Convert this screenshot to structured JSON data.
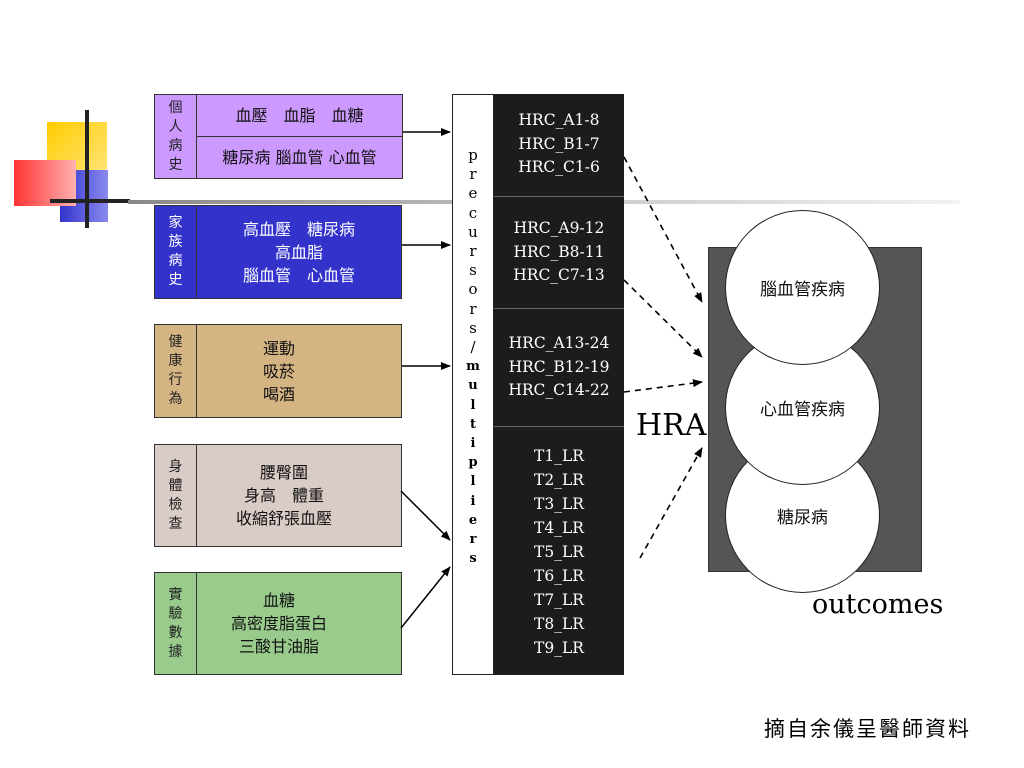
{
  "groups": [
    {
      "label": "個人病史",
      "items": [
        "血壓　血脂　血糖"
      ],
      "items2": [
        "糖尿病 腦血管 心血管"
      ],
      "label_color": "#cc99ff",
      "content_color": "#cc99ff"
    },
    {
      "label": "家族病史",
      "items": [
        "高血壓　糖尿病",
        "高血脂",
        "腦血管　心血管"
      ],
      "label_color": "#3333cc",
      "content_color": "#3333cc",
      "text_color": "#ffffff"
    },
    {
      "label": "健康行為",
      "items": [
        "運動",
        "吸菸",
        "喝酒"
      ],
      "label_color": "#d4b483",
      "content_color": "#d4b483"
    },
    {
      "label": "身體檢查",
      "items": [
        "腰臀圍",
        "身高　體重",
        "收縮舒張血壓"
      ],
      "label_color": "#d9cbc6",
      "content_color": "#d9cbc6"
    },
    {
      "label": "實驗數據",
      "items": [
        "血糖",
        "高密度脂蛋白",
        "三酸甘油脂"
      ],
      "label_color": "#99cc8c",
      "content_color": "#99cc8c"
    }
  ],
  "precursors": {
    "part1": [
      "p",
      "r",
      "e",
      "c",
      "u",
      "r",
      "s",
      "o",
      "r",
      "s",
      "/"
    ],
    "part2": [
      "m",
      "u",
      "l",
      "t",
      "i",
      "p",
      "l",
      "i",
      "e",
      "r",
      "s"
    ]
  },
  "codes": [
    [
      "HRC_A1-8",
      "HRC_B1-7",
      "HRC_C1-6"
    ],
    [
      "HRC_A9-12",
      "HRC_B8-11",
      "HRC_C7-13"
    ],
    [
      "HRC_A13-24",
      "HRC_B12-19",
      "HRC_C14-22"
    ],
    [
      "T1_LR",
      "T2_LR",
      "T3_LR",
      "T4_LR",
      "T5_LR",
      "T6_LR",
      "T7_LR",
      "T8_LR",
      "T9_LR"
    ]
  ],
  "hra_label": "HRA",
  "outcomes": {
    "diseases": [
      "腦血管疾病",
      "心血管疾病",
      "糖尿病"
    ],
    "label": "outcomes"
  },
  "source_note": "摘自余儀呈醫師資料",
  "colors": {
    "logo_yellow": "#ffcc00",
    "logo_red": "#ff3333",
    "logo_blue": "#3333cc",
    "code_block": "#1c1c1c",
    "outcome_box": "#555555"
  }
}
